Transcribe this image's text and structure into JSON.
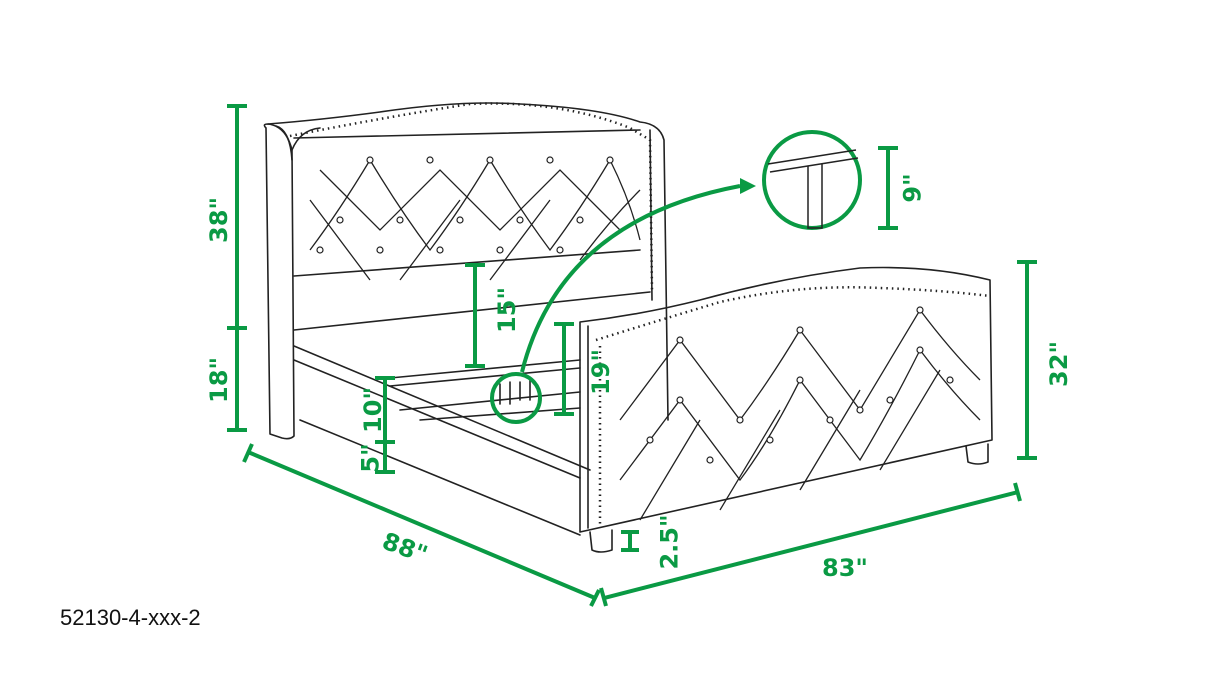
{
  "diagram": {
    "subject": "Tufted upholstered wingback bed with nailhead trim",
    "sku": "52130-4-xxx-2",
    "accent_color": "#0a9a44",
    "line_color": "#222222"
  },
  "dimensions": {
    "headboard_height": "38\"",
    "floor_to_rail": "18\"",
    "headboard_panel_gap": "15\"",
    "side_rail_height": "10\"",
    "rail_clearance": "5\"",
    "footboard_inner": "19\"",
    "footboard_height": "32\"",
    "leg_height": "2.5\"",
    "slat_support_leg": "9\"",
    "length": "88\"",
    "width": "83\""
  }
}
